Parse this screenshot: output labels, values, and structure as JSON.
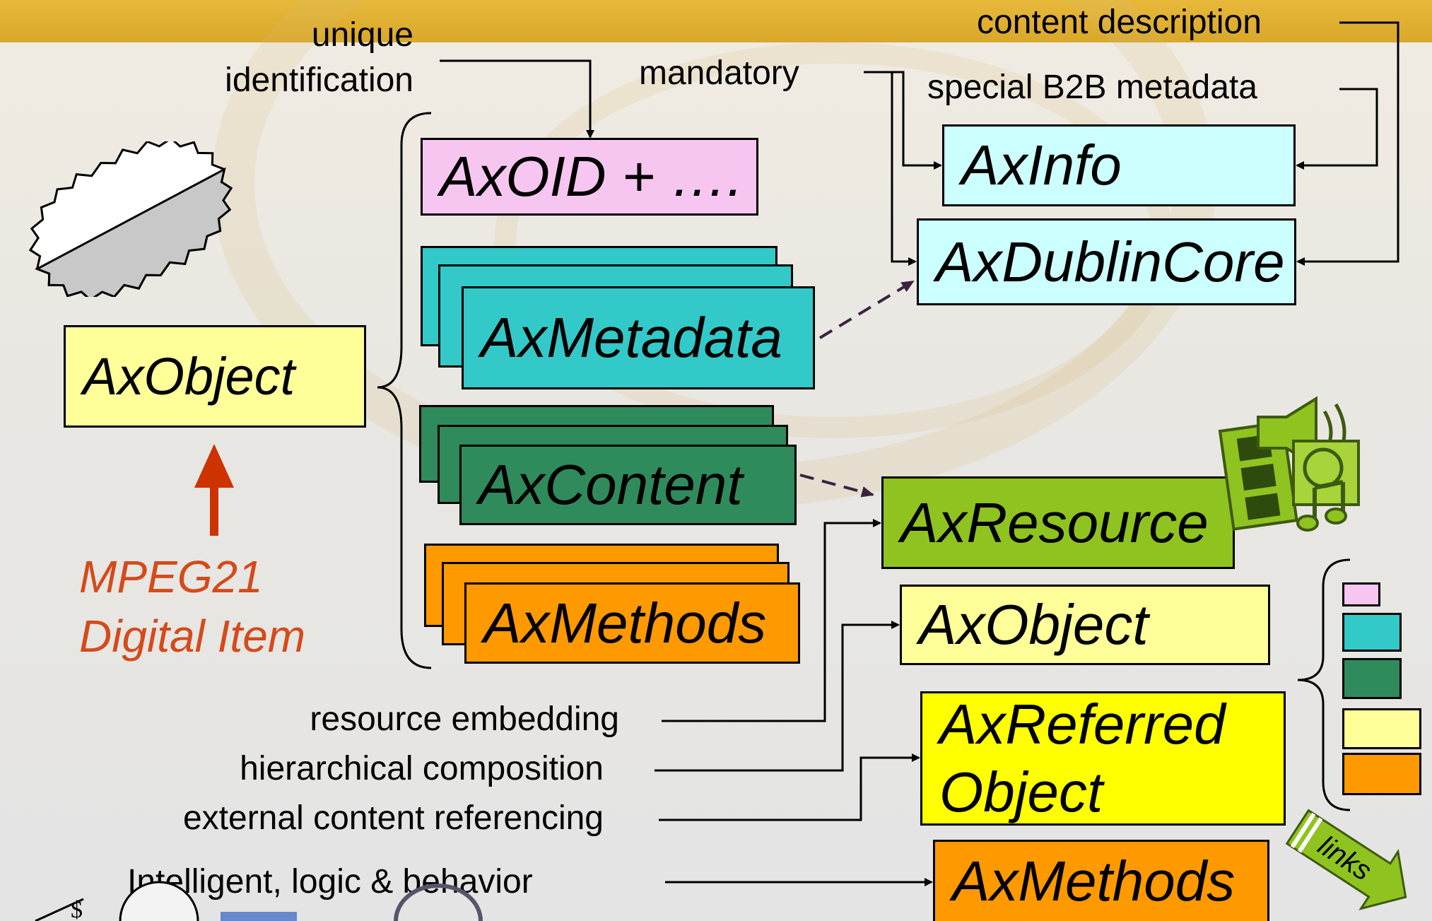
{
  "colors": {
    "header": "#dcab2e",
    "oid_pink": "#f6c6f0",
    "metadata_teal": "#33c9c9",
    "content_green": "#2f8b5c",
    "methods_orange": "#ff9900",
    "info_cyan": "#ccffff",
    "resource_green": "#8fc31f",
    "object_yellow": "#ffff99",
    "referred_yellow": "#ffff00",
    "mpeg_red": "#d44a1a"
  },
  "labels": {
    "unique_line1": "unique",
    "unique_line2": "identification",
    "mandatory": "mandatory",
    "content_description": "content description",
    "special_b2b": "special B2B metadata",
    "resource_embedding": "resource embedding",
    "hierarchical_composition": "hierarchical composition",
    "external_content_referencing": "external content referencing",
    "intelligent": "Intelligent, logic & behavior",
    "links": "links"
  },
  "boxes": {
    "axobject_main": "AxObject",
    "axoid": "AxOID + ….",
    "axmetadata": "AxMetadata",
    "axcontent": "AxContent",
    "axmethods": "AxMethods",
    "axinfo": "AxInfo",
    "axdublincore": "AxDublinCore",
    "axresource": "AxResource",
    "axobject_sub": "AxObject",
    "axreferred_line1": "AxReferred",
    "axreferred_line2": "Object",
    "axmethods_sub": "AxMethods"
  },
  "mpeg": {
    "line1": "MPEG21",
    "line2": "Digital Item"
  },
  "icons": [
    "seal-icon",
    "film-strip-icon",
    "speaker-icon",
    "music-note-icon",
    "logo-strip"
  ]
}
